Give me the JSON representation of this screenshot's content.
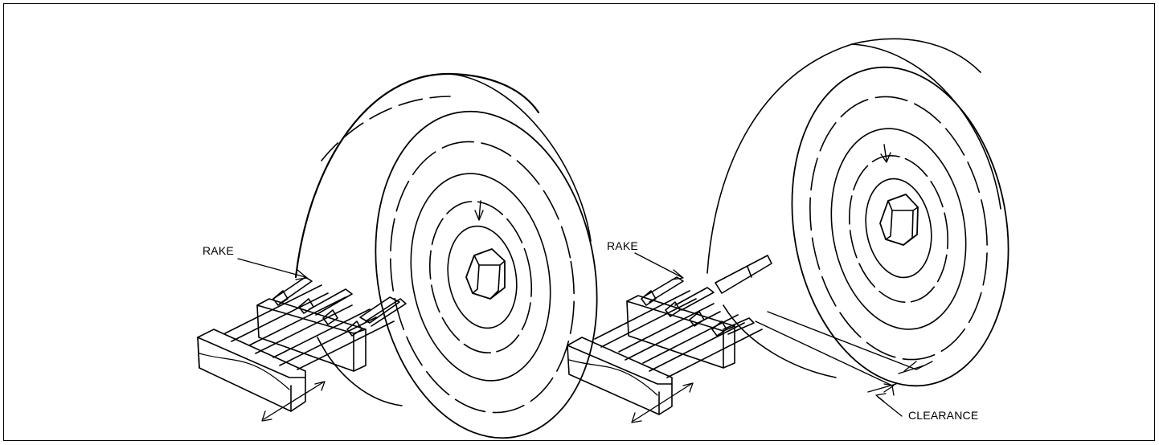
{
  "labels": {
    "rake_left": "RAKE",
    "rake_right": "RAKE",
    "clearance": "CLEARANCE"
  },
  "colors": {
    "ink": "#000000",
    "paper": "#ffffff"
  },
  "icons": [
    "double-arrow-icon"
  ]
}
